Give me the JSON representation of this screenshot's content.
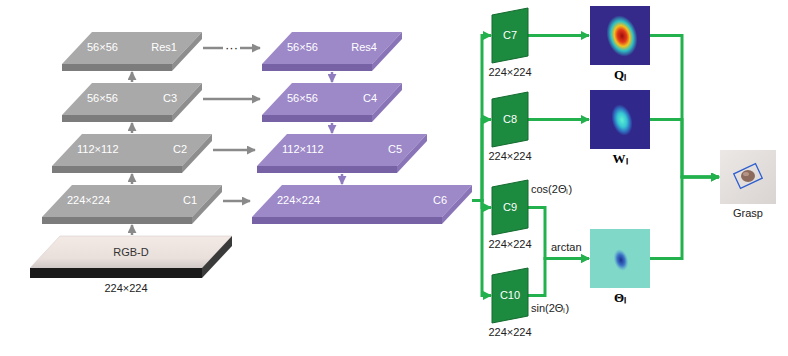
{
  "diagram": {
    "nodes": [
      {
        "text": [
          "56×56",
          "Res1"
        ]
      },
      {
        "text": [
          "56×56",
          "C3"
        ]
      },
      {
        "text": [
          "112×112",
          "C2"
        ]
      },
      {
        "text": [
          "224×224",
          "C1"
        ]
      },
      {
        "text": [
          "RGB-D",
          "224×224"
        ]
      },
      {
        "text": [
          "56×56",
          "Res4"
        ]
      },
      {
        "text": [
          "56×56",
          "C4"
        ]
      },
      {
        "text": [
          "112×112",
          "C5"
        ]
      },
      {
        "text": [
          "224×224",
          "C6"
        ]
      },
      {
        "text": [
          "C7",
          "224×224"
        ]
      },
      {
        "text": [
          "C8",
          "224×224"
        ]
      },
      {
        "text": [
          "C9",
          "224×224"
        ]
      },
      {
        "text": [
          "C10",
          "224×224"
        ]
      },
      {
        "text": [
          "Qₗ"
        ]
      },
      {
        "text": [
          "Wₗ"
        ]
      },
      {
        "text": [
          "Θₗ"
        ]
      },
      {
        "text": [
          "Grasp"
        ]
      }
    ],
    "edges": [
      {
        "from": 4,
        "to": 3,
        "arrow": "to"
      },
      {
        "from": 3,
        "to": 2,
        "arrow": "to"
      },
      {
        "from": 2,
        "to": 1,
        "arrow": "to"
      },
      {
        "from": 1,
        "to": 0,
        "arrow": "to"
      },
      {
        "from": 0,
        "to": 5,
        "label": "···",
        "arrow": "to"
      },
      {
        "from": 5,
        "to": 6,
        "arrow": "to"
      },
      {
        "from": 6,
        "to": 7,
        "arrow": "to"
      },
      {
        "from": 7,
        "to": 8,
        "arrow": "to"
      },
      {
        "from": 1,
        "to": 6,
        "arrow": "to"
      },
      {
        "from": 2,
        "to": 7,
        "arrow": "to"
      },
      {
        "from": 3,
        "to": 8,
        "arrow": "to"
      },
      {
        "from": 8,
        "to": 9,
        "arrow": "to"
      },
      {
        "from": 8,
        "to": 10,
        "arrow": "to"
      },
      {
        "from": 8,
        "to": 11,
        "arrow": "to"
      },
      {
        "from": 8,
        "to": 12,
        "arrow": "to"
      },
      {
        "from": 9,
        "to": 13,
        "arrow": "to"
      },
      {
        "from": 10,
        "to": 14,
        "arrow": "to"
      },
      {
        "from": 11,
        "to": 15,
        "arrow": "to"
      },
      {
        "from": 12,
        "to": 15,
        "arrow": "to"
      },
      {
        "from": 13,
        "to": 16,
        "arrow": "to"
      },
      {
        "from": 14,
        "to": 16,
        "arrow": "to"
      },
      {
        "from": 15,
        "to": 16,
        "arrow": "to"
      }
    ],
    "labels": [
      "cos(2Θₗ)",
      "arctan",
      "sin(2Θₗ)"
    ]
  }
}
